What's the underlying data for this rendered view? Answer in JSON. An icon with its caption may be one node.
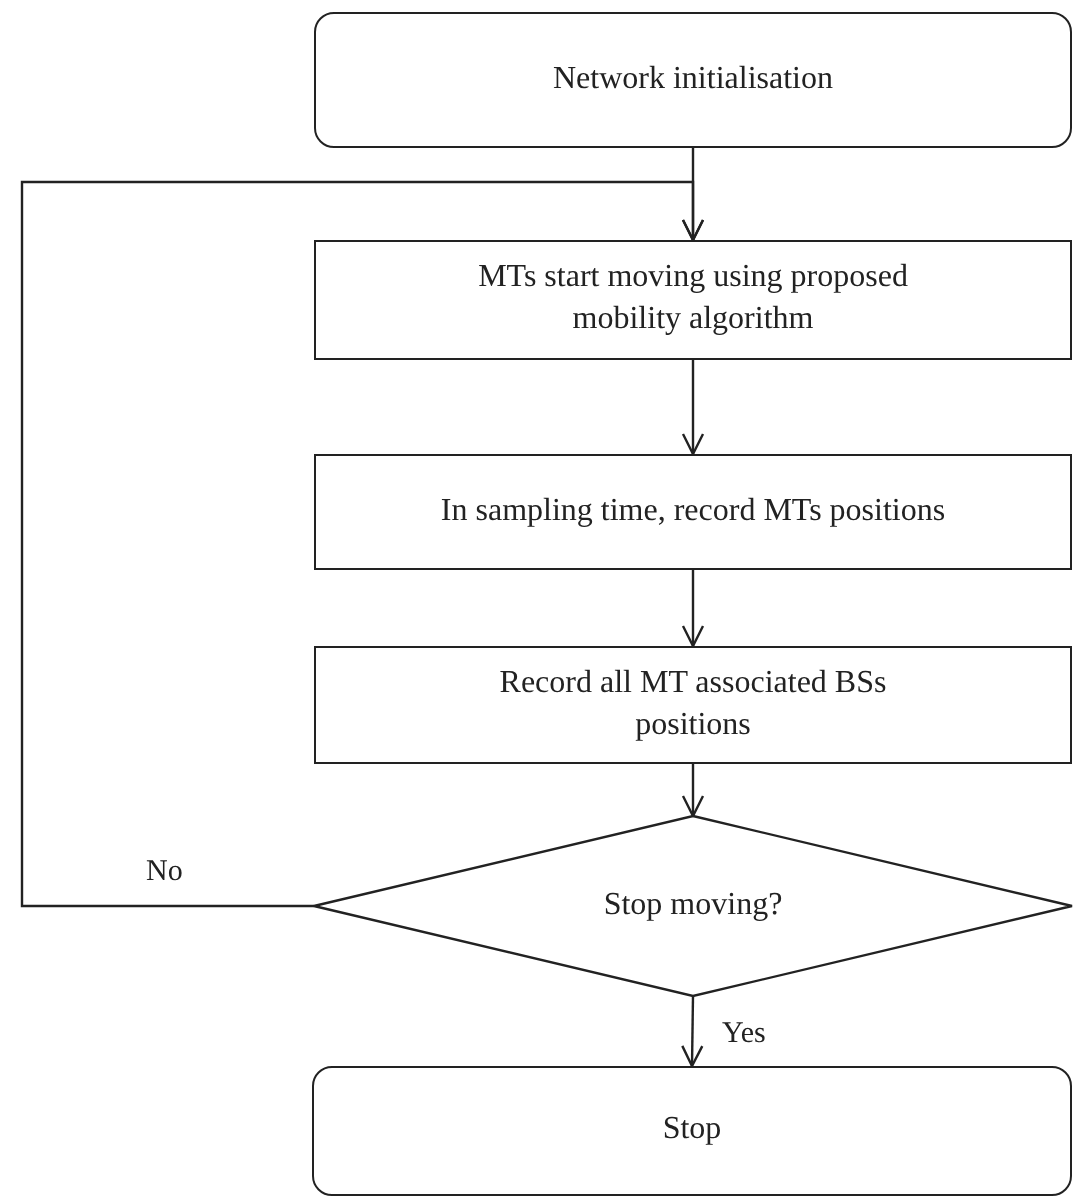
{
  "diagram": {
    "nodes": [
      {
        "text": [
          "Network initialisation"
        ]
      },
      {
        "text": [
          "MTs start moving using proposed mobility algorithm"
        ]
      },
      {
        "text": [
          "In sampling time, record MTs positions"
        ]
      },
      {
        "text": [
          "Record all MT associated BSs positions"
        ]
      },
      {
        "text": [
          "Stop moving?"
        ]
      },
      {
        "text": [
          "Stop"
        ]
      }
    ],
    "edges": [
      {
        "from": 0,
        "to": 1,
        "arrow": "to"
      },
      {
        "from": 1,
        "to": 2,
        "arrow": "to"
      },
      {
        "from": 2,
        "to": 3,
        "arrow": "to"
      },
      {
        "from": 3,
        "to": 4,
        "arrow": "to"
      },
      {
        "from": 4,
        "to": 1,
        "arrow": "to",
        "label": "No"
      },
      {
        "from": 4,
        "to": 5,
        "arrow": "to",
        "label": "Yes"
      }
    ]
  }
}
